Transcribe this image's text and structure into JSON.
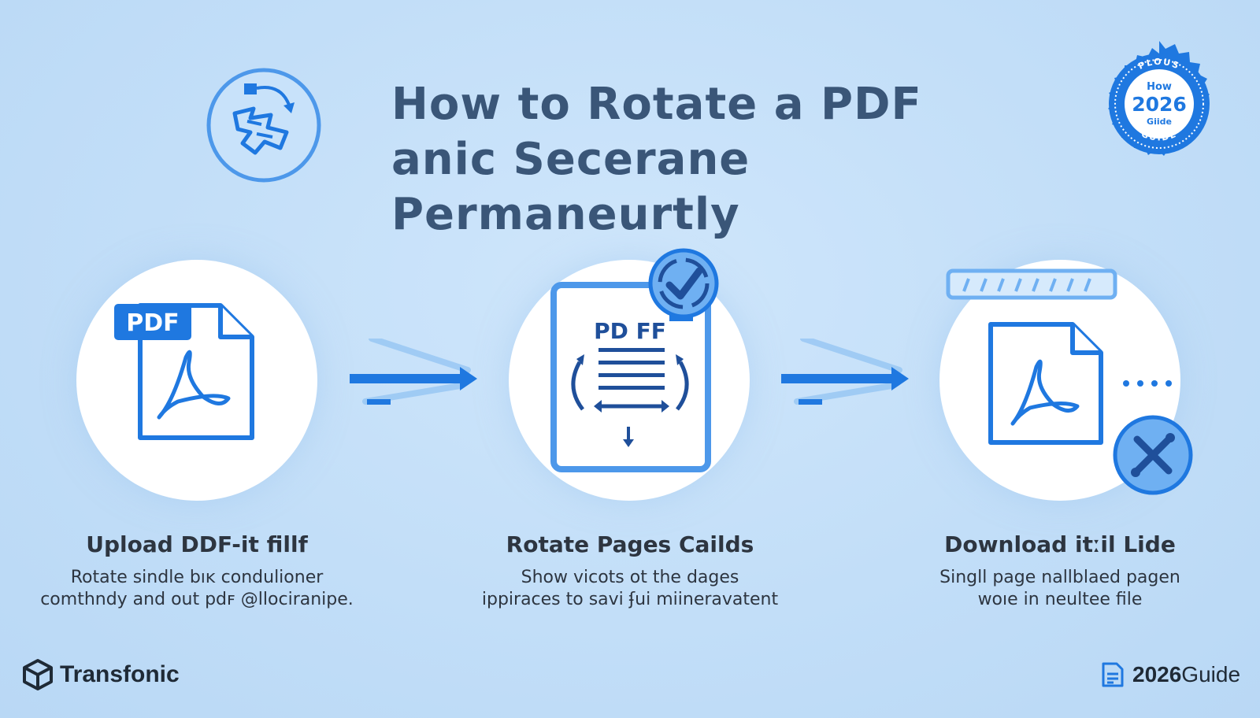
{
  "header": {
    "title_line1": "How to Rotate a PDF",
    "title_line2": "anic Secerane Permaneurtly"
  },
  "badge": {
    "top_text": "PLOUS",
    "line1": "How",
    "year": "2026",
    "line3": "Giide",
    "bottom_text": "GUIDE"
  },
  "steps": [
    {
      "title": "Upload DDF-it fillf",
      "desc_line1": "Rotate sindle bıĸ condulioner",
      "desc_line2": "comthndy and out pdꜰ @llociranipe.",
      "icon_label": "PDF"
    },
    {
      "title": "Rotate Pages Cailds",
      "desc_line1": "Show vicots ot the dages",
      "desc_line2": "ippiraces to savi ʄui miineravatent",
      "icon_label": "PD FF"
    },
    {
      "title": "Download itːil Lide",
      "desc_line1": "Singll page nallblaed pagen",
      "desc_line2": "woıe in neultee file"
    }
  ],
  "footer": {
    "brand": "Transfonic",
    "guide_year": "2026",
    "guide_word": "Guide"
  },
  "colors": {
    "accent": "#1f78e0",
    "accent_light": "#6fb0f2",
    "background": "#c2def8",
    "title": "#3a5678"
  },
  "icons": [
    "rotate-symbol-icon",
    "pdf-file-icon",
    "rotate-document-icon",
    "check-rotate-icon",
    "download-pdf-icon",
    "tools-icon",
    "arrow-right-icon",
    "brand-cube-icon",
    "document-icon"
  ]
}
